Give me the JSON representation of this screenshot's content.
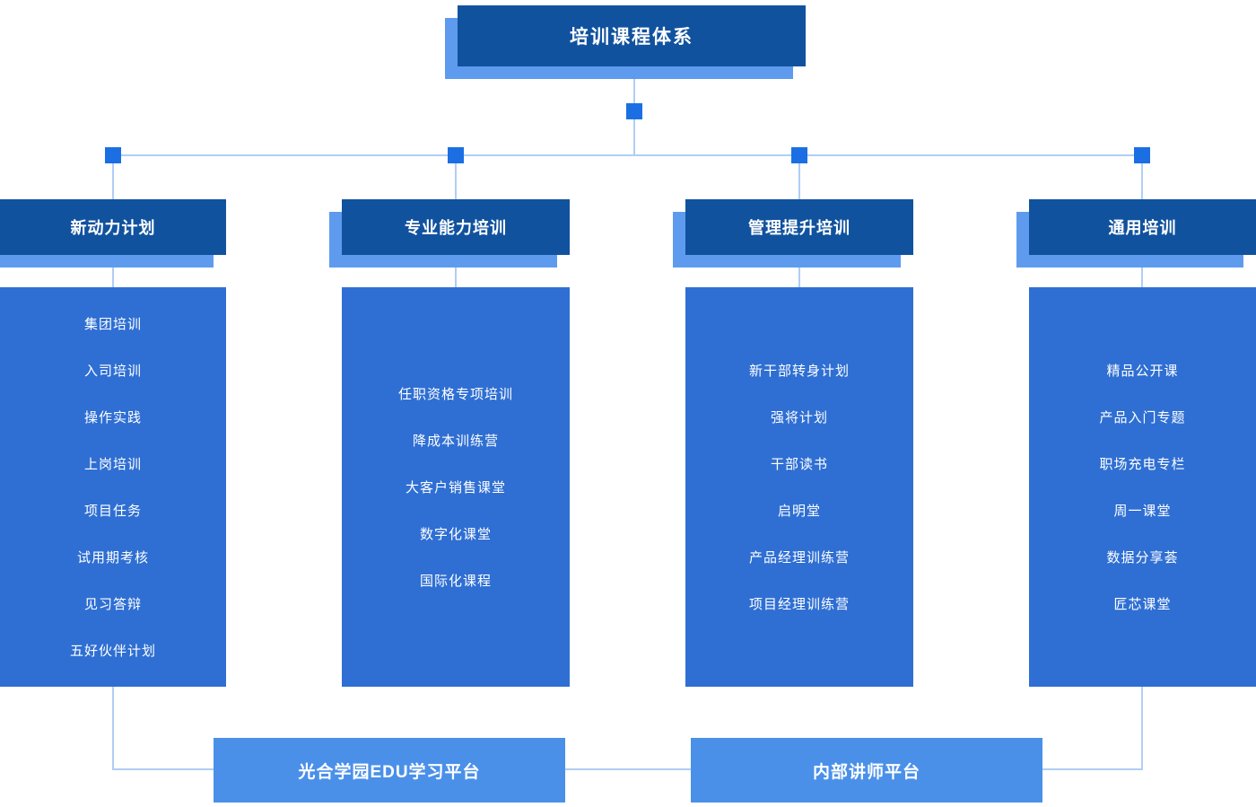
{
  "title": "培训课程体系",
  "columns": [
    {
      "header": "新动力计划",
      "items": [
        "集团培训",
        "入司培训",
        "操作实践",
        "上岗培训",
        "项目任务",
        "试用期考核",
        "见习答辩",
        "五好伙伴计划"
      ]
    },
    {
      "header": "专业能力培训",
      "items": [
        "任职资格专项培训",
        "降成本训练营",
        "大客户销售课堂",
        "数字化课堂",
        "国际化课程"
      ]
    },
    {
      "header": "管理提升培训",
      "items": [
        "新干部转身计划",
        "强将计划",
        "干部读书",
        "启明堂",
        "产品经理训练营",
        "项目经理训练营"
      ]
    },
    {
      "header": "通用培训",
      "items": [
        "精品公开课",
        "产品入门专题",
        "职场充电专栏",
        "周一课堂",
        "数据分享荟",
        "匠芯课堂"
      ]
    }
  ],
  "platforms": [
    {
      "label": "光合学园EDU学习平台"
    },
    {
      "label": "内部讲师平台"
    }
  ],
  "colors": {
    "header_bg": "#11529E",
    "body_bg": "#2F6FD3",
    "platform_bg": "#4A90E9",
    "shadow": "#5E9BEE",
    "line": "#B0CEF4",
    "node": "#1B6FE3",
    "text": "#FFFFFF"
  }
}
